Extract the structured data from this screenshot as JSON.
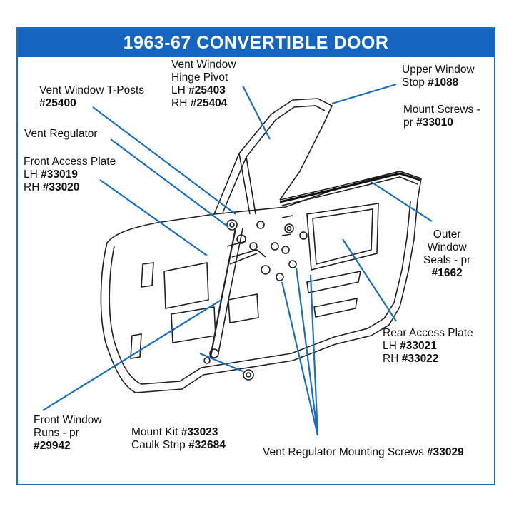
{
  "title": "1963-67 CONVERTIBLE DOOR",
  "labels": {
    "hinge_pivot": {
      "l1": "Vent Window",
      "l2": "Hinge Pivot",
      "lh_prefix": "LH ",
      "lh": "#25403",
      "rh_prefix": "RH ",
      "rh": "#25404"
    },
    "upper_stop": {
      "l1": "Upper Window",
      "l2_prefix": "Stop ",
      "l2": "#1088"
    },
    "t_posts": {
      "l1": "Vent Window T-Posts",
      "part": "#25400"
    },
    "mount_screws": {
      "l1": "Mount Screws -",
      "l2_prefix": "pr ",
      "l2": "#33010"
    },
    "vent_regulator": {
      "l1": "Vent Regulator"
    },
    "front_access": {
      "l1": "Front Access Plate",
      "lh_prefix": "LH ",
      "lh": "#33019",
      "rh_prefix": "RH ",
      "rh": "#33020"
    },
    "outer_seals": {
      "l1": "Outer",
      "l2": "Window",
      "l3": "Seals - pr",
      "part": "#1662"
    },
    "rear_access": {
      "l1": "Rear Access Plate",
      "lh_prefix": "LH ",
      "lh": "#33021",
      "rh_prefix": "RH ",
      "rh": "#33022"
    },
    "front_runs": {
      "l1": "Front Window",
      "l2": "Runs - pr",
      "part": "#29942"
    },
    "mount_kit": {
      "l1_prefix": "Mount Kit ",
      "l1": "#33023",
      "l2_prefix": "Caulk Strip ",
      "l2": "#32684"
    },
    "vent_screws": {
      "l1_prefix": "Vent Regulator Mounting Screws ",
      "l1": "#33029"
    }
  },
  "colors": {
    "accent": "#1565c0",
    "leader": "#1a6fc0",
    "line_art": "#222222"
  }
}
